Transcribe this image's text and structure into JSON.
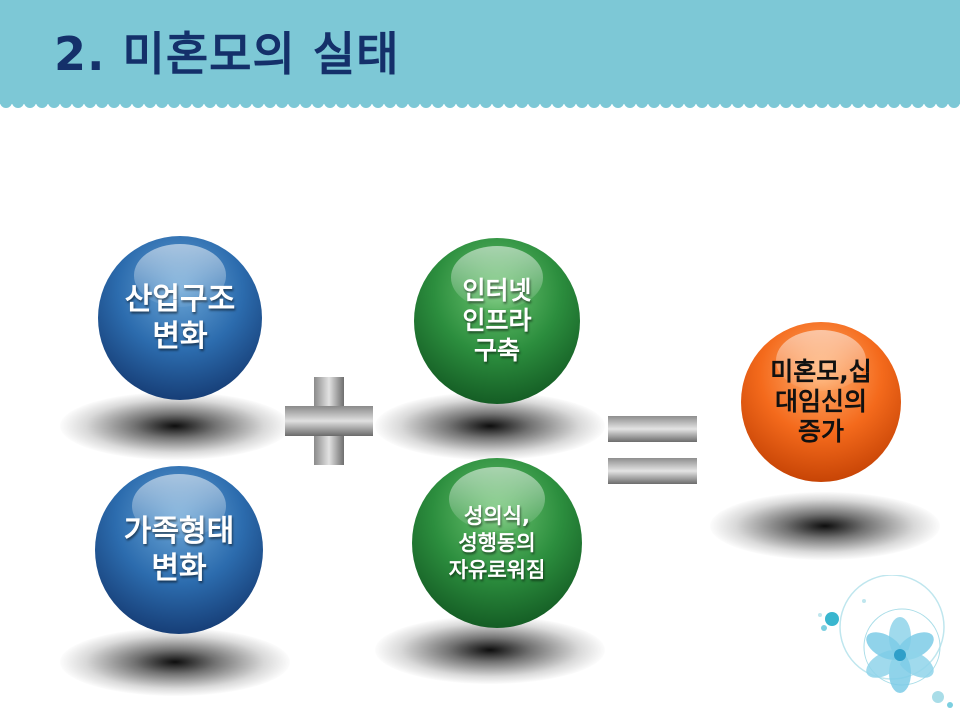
{
  "slide": {
    "title": "2. 미혼모의 실태",
    "header_color": "#7dc8d6",
    "title_color": "#14306a"
  },
  "diagram": {
    "left_nodes": [
      {
        "label": "산업구조\n변화",
        "color": "#2c6cae"
      },
      {
        "label": "가족형태\n변화",
        "color": "#2c6cae"
      }
    ],
    "middle_nodes": [
      {
        "label": "인터넷\n인프라\n구축",
        "color": "#2c8e3e"
      },
      {
        "label": "성의식,\n성행동의\n자유로워짐",
        "color": "#2c8e3e"
      }
    ],
    "result_node": {
      "label": "미혼모,십\n대임신의\n증가",
      "color": "#f46a1c"
    },
    "operators": {
      "plus_icon": "plus-icon",
      "equals_icon": "equals-icon"
    }
  }
}
